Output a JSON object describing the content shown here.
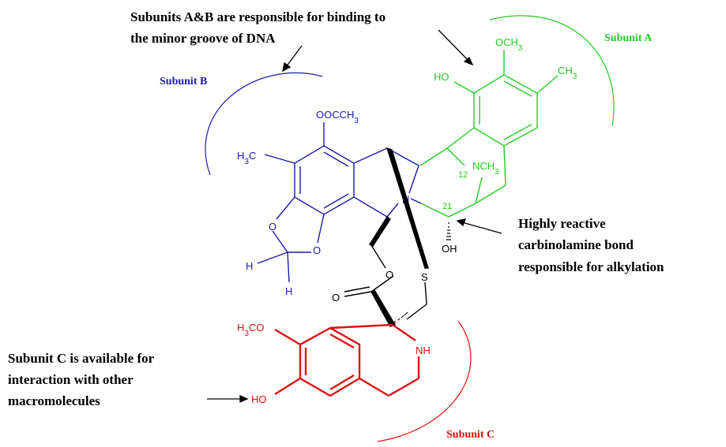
{
  "annotations": {
    "ab_line1": "Subunits A&B are responsible for binding to",
    "ab_line2": "the minor groove of DNA",
    "reactive_line1": "Highly reactive",
    "reactive_line2": "carbinolamine bond",
    "reactive_line3": "responsible for alkylation",
    "c_line1": "Subunit C is available for",
    "c_line2": "interaction with other",
    "c_line3": "macromolecules"
  },
  "subunits": {
    "a": "Subunit A",
    "b": "Subunit B",
    "c": "Subunit C"
  },
  "atoms": {
    "och3": "OCH3",
    "ho_a": "HO",
    "ch3_a": "CH3",
    "nch3": "NCH3",
    "n12": "12",
    "n21": "21",
    "oh": "OH",
    "oocch3": "OOCCH3",
    "h3c": "H3C",
    "n": "N",
    "o1": "O",
    "o2": "O",
    "h1": "H",
    "h2": "H",
    "o_ester": "O",
    "o_carbonyl": "O",
    "s": "S",
    "h3co": "H3CO",
    "nh": "NH",
    "ho_c": "HO"
  },
  "colors": {
    "subunit_a": "#22cc22",
    "subunit_b": "#1a1aaa",
    "subunit_c": "#dd1111",
    "linker": "#000000"
  }
}
